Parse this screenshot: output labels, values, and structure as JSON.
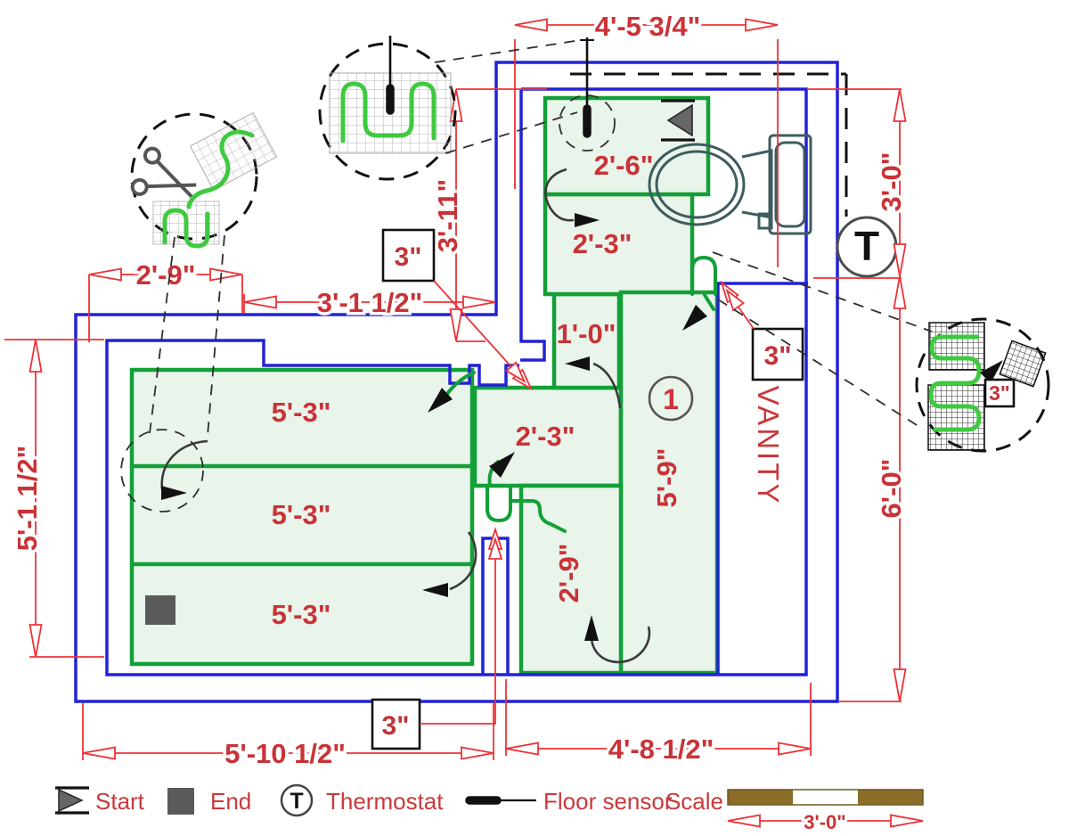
{
  "dimensions": {
    "top_width": "4'-5 3/4\"",
    "bath_height": "3'-0\"",
    "vanity_side": "6'-0\"",
    "room_left_height": "5'-1 1/2\"",
    "closet_width": "2'-9\"",
    "hall_offset": "3'-1 1/2\"",
    "hall_height": "3'-11\"",
    "bottom_left_width": "5'-10 1/2\"",
    "bottom_right_width": "4'-8 1/2\"",
    "cable_gap": "3\""
  },
  "mat_labels": {
    "bath_top": "2'-6\"",
    "bath_mid": "2'-3\"",
    "hall_strip": "1'-0\"",
    "center_strip": "2'-3\"",
    "vanity_run": "5'-9\"",
    "lower_run": "2'-9\"",
    "room_run_1": "5'-3\"",
    "room_run_2": "5'-3\"",
    "room_run_3": "5'-3\""
  },
  "annotations": {
    "vanity": "VANITY",
    "area_number": "1",
    "thermostat_letter": "T"
  },
  "legend": {
    "start": "Start",
    "end": "End",
    "thermostat": "Thermostat",
    "floor_sensor": "Floor sensor",
    "scale_label": "Scale",
    "scale_value": "3'-0\""
  },
  "colors": {
    "wall_blue": "#2222d8",
    "mat_green": "#12a037",
    "mat_fill": "#e9f4eb",
    "dim_red": "#ee3237",
    "scale_brown": "#8a6d28"
  }
}
